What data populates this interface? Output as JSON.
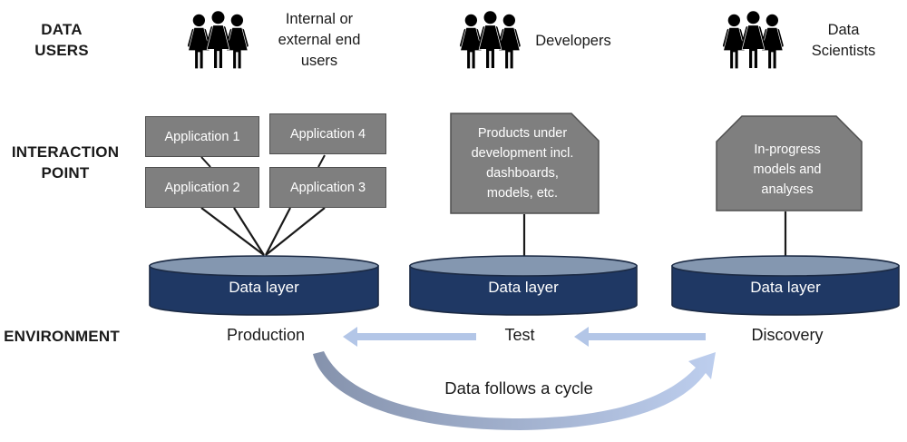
{
  "row_labels": {
    "data_users": "DATA\nUSERS",
    "interaction_point": "INTERACTION\nPOINT",
    "environment": "ENVIRONMENT"
  },
  "user_groups": [
    {
      "icon": "people-group-icon",
      "caption": "Internal or\nexternal end\nusers"
    },
    {
      "icon": "people-group-icon",
      "caption": "Developers"
    },
    {
      "icon": "people-group-icon",
      "caption": "Data\nScientists"
    }
  ],
  "applications": [
    {
      "label": "Application 1"
    },
    {
      "label": "Application 2"
    },
    {
      "label": "Application 3"
    },
    {
      "label": "Application 4"
    }
  ],
  "interaction_notes": [
    {
      "label": "Products under\ndevelopment incl.\ndashboards,\nmodels, etc."
    },
    {
      "label": "In-progress\nmodels and\nanalyses"
    }
  ],
  "data_layers": [
    {
      "label": "Data layer",
      "environment": "Production"
    },
    {
      "label": "Data layer",
      "environment": "Test"
    },
    {
      "label": "Data layer",
      "environment": "Discovery"
    }
  ],
  "cycle_caption": "Data follows a cycle",
  "colors": {
    "cylinder_body": "#1f3864",
    "cylinder_top": "#8497b0",
    "cylinder_outline": "#1b2a44",
    "box_gray": "#7f7f7f",
    "box_border": "#4f4f4f",
    "arrow_blue": "#b3c6e7",
    "curve_start": "#8592ac",
    "curve_end": "#bdceee",
    "connector": "#1a1a1a",
    "icon_black": "#000000"
  }
}
